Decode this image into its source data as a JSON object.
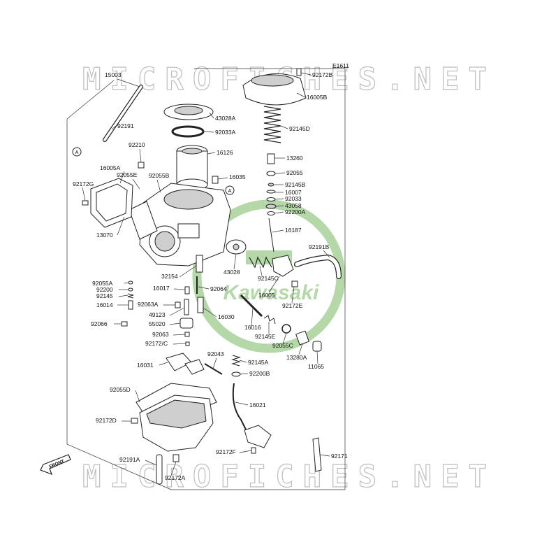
{
  "watermark": {
    "top_text": "MICROFICHES.NET",
    "bottom_text": "MICROFICHES.NET",
    "logo_text": "Kawasaki"
  },
  "diagram_code": "E1611",
  "front_marker": "FRONT",
  "ref_marker": "A",
  "parts": [
    {
      "id": "15003",
      "label": "15003"
    },
    {
      "id": "92191",
      "label": "92191"
    },
    {
      "id": "92210",
      "label": "92210"
    },
    {
      "id": "16005A",
      "label": "16005A"
    },
    {
      "id": "92055E",
      "label": "92055E"
    },
    {
      "id": "92055B",
      "label": "92055B"
    },
    {
      "id": "92172G",
      "label": "92172G"
    },
    {
      "id": "13070",
      "label": "13070"
    },
    {
      "id": "43028A",
      "label": "43028A"
    },
    {
      "id": "92033A",
      "label": "92033A"
    },
    {
      "id": "16126",
      "label": "16126"
    },
    {
      "id": "16035",
      "label": "16035"
    },
    {
      "id": "92172B",
      "label": "92172B"
    },
    {
      "id": "16005B",
      "label": "16005B"
    },
    {
      "id": "92145D",
      "label": "92145D"
    },
    {
      "id": "13260",
      "label": "13260"
    },
    {
      "id": "92055",
      "label": "92055"
    },
    {
      "id": "92145B",
      "label": "92145B"
    },
    {
      "id": "16007",
      "label": "16007"
    },
    {
      "id": "92033",
      "label": "92033"
    },
    {
      "id": "43058",
      "label": "43058"
    },
    {
      "id": "92200A",
      "label": "92200A"
    },
    {
      "id": "16187",
      "label": "16187"
    },
    {
      "id": "92191B",
      "label": "92191B"
    },
    {
      "id": "43028",
      "label": "43028"
    },
    {
      "id": "92145C",
      "label": "92145C"
    },
    {
      "id": "16005",
      "label": "16005"
    },
    {
      "id": "92172E",
      "label": "92172E"
    },
    {
      "id": "32154",
      "label": "32154"
    },
    {
      "id": "92055A",
      "label": "92055A"
    },
    {
      "id": "92200",
      "label": "92200"
    },
    {
      "id": "92145",
      "label": "92145"
    },
    {
      "id": "16014",
      "label": "16014"
    },
    {
      "id": "16017",
      "label": "16017"
    },
    {
      "id": "92064",
      "label": "92064"
    },
    {
      "id": "92063A",
      "label": "92063A"
    },
    {
      "id": "49123",
      "label": "49123"
    },
    {
      "id": "16030",
      "label": "16030"
    },
    {
      "id": "92066",
      "label": "92066"
    },
    {
      "id": "55020",
      "label": "55020"
    },
    {
      "id": "92063",
      "label": "92063"
    },
    {
      "id": "92172C",
      "label": "92172/C"
    },
    {
      "id": "16016",
      "label": "16016"
    },
    {
      "id": "92145E",
      "label": "92145E"
    },
    {
      "id": "92055C",
      "label": "92055C"
    },
    {
      "id": "13280A",
      "label": "13280A"
    },
    {
      "id": "11065",
      "label": "11065"
    },
    {
      "id": "16031",
      "label": "16031"
    },
    {
      "id": "92043",
      "label": "92043"
    },
    {
      "id": "92145A",
      "label": "92145A"
    },
    {
      "id": "92200B",
      "label": "92200B"
    },
    {
      "id": "92055D",
      "label": "92055D"
    },
    {
      "id": "16021",
      "label": "16021"
    },
    {
      "id": "92172D",
      "label": "92172D"
    },
    {
      "id": "92172F",
      "label": "92172F"
    },
    {
      "id": "92171",
      "label": "92171"
    },
    {
      "id": "92191A",
      "label": "92191A"
    },
    {
      "id": "92172A",
      "label": "92172A"
    }
  ],
  "colors": {
    "watermark_green": "#9ccc8c",
    "watermark_gray": "#bdbdbd",
    "line": "#222222"
  }
}
